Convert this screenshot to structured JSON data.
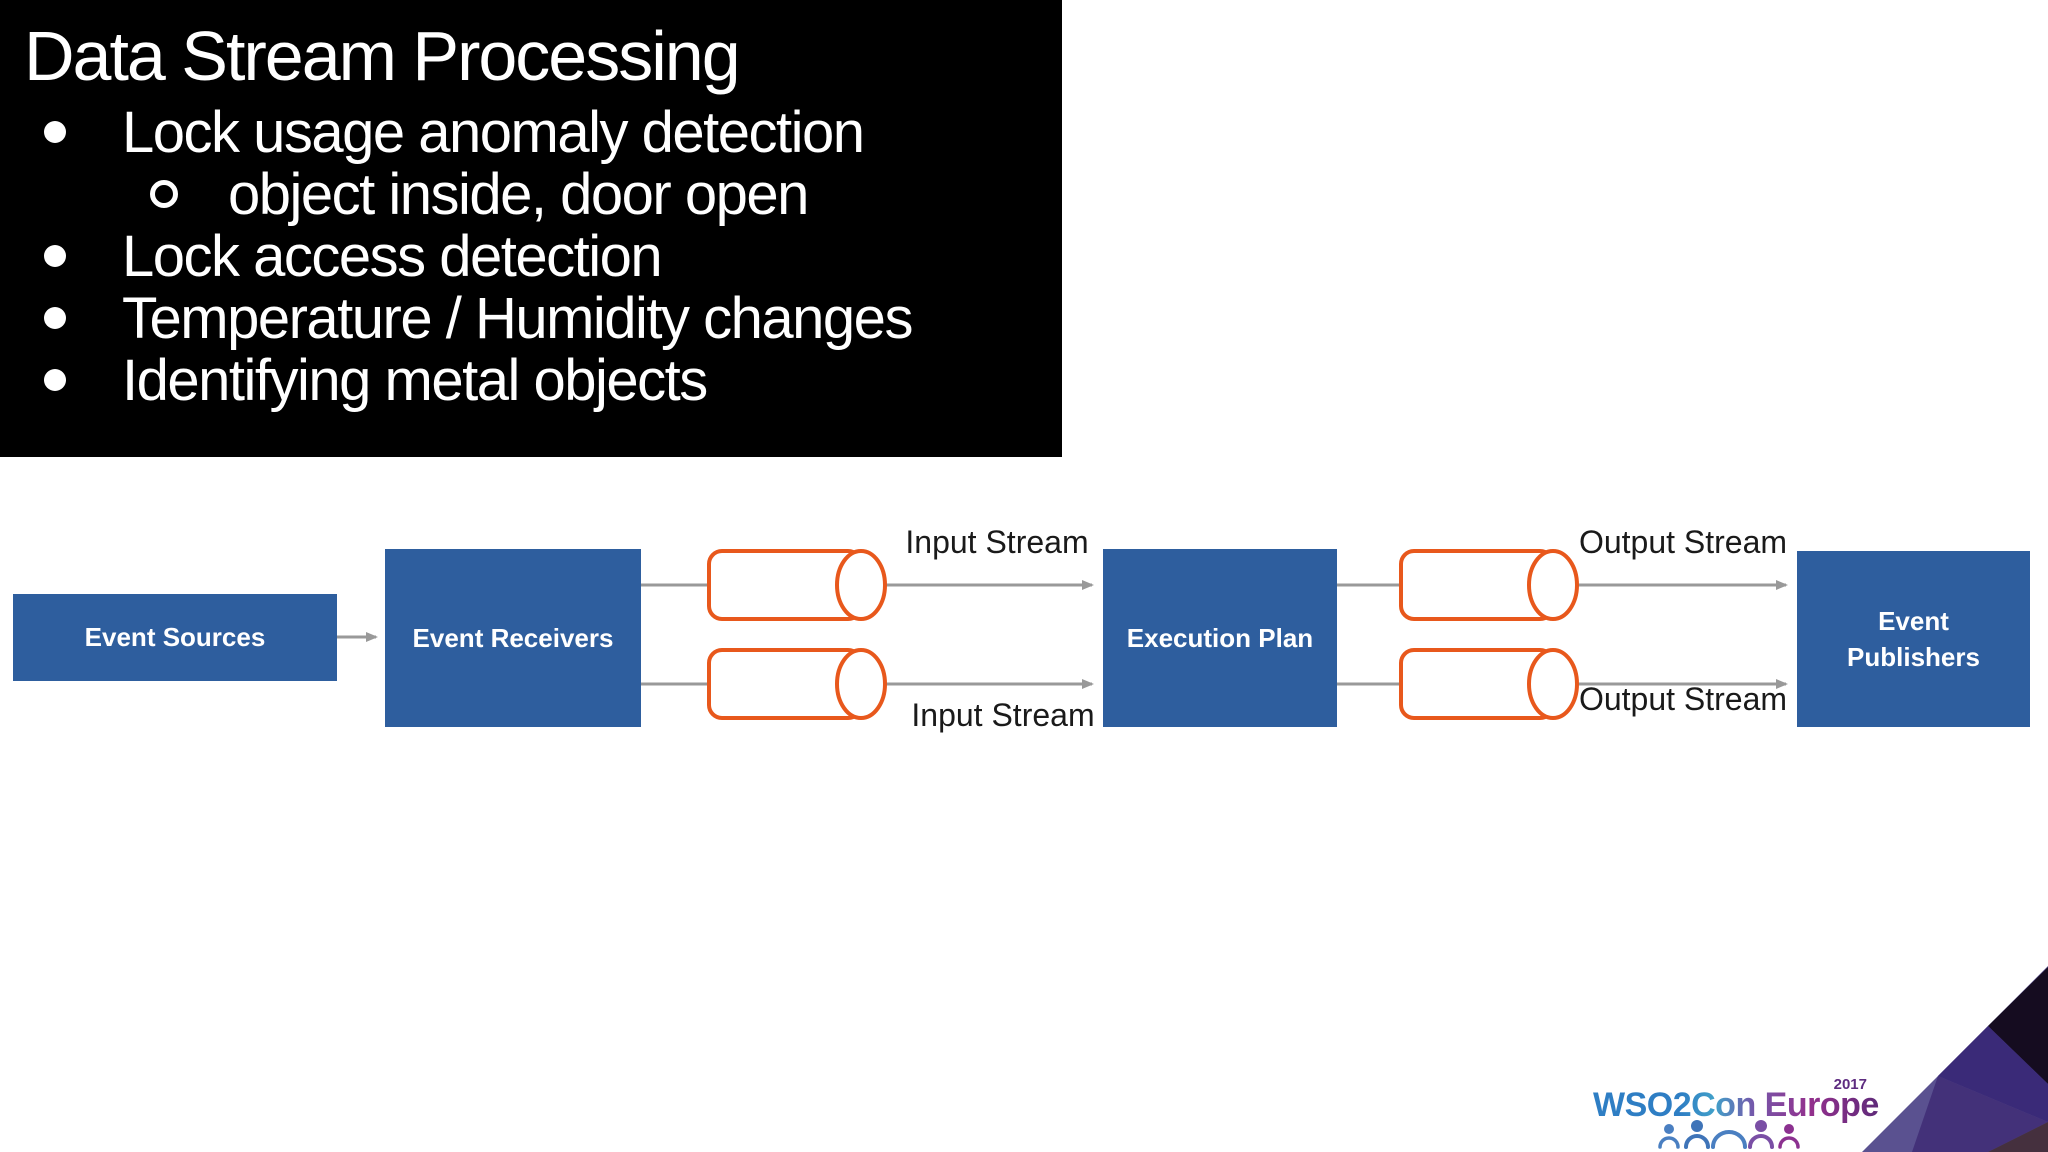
{
  "slide": {
    "title": "Data Stream Processing",
    "bullets": [
      {
        "level": 1,
        "text": "Lock usage anomaly detection"
      },
      {
        "level": 2,
        "text": "object inside, door open"
      },
      {
        "level": 1,
        "text": "Lock access detection"
      },
      {
        "level": 1,
        "text": "Temperature / Humidity changes"
      },
      {
        "level": 1,
        "text": "Identifying metal objects"
      }
    ]
  },
  "diagram": {
    "nodes": {
      "event_sources": {
        "label": "Event Sources"
      },
      "event_receivers": {
        "label": "Event Receivers"
      },
      "execution_plan": {
        "label": "Execution Plan"
      },
      "event_publishers": {
        "label": "Event Publishers"
      }
    },
    "stream_labels": {
      "input_top": "Input Stream",
      "input_bottom": "Input Stream",
      "output_top": "Output Stream",
      "output_bottom": "Output Stream"
    },
    "colors": {
      "node_fill": "#2e5e9e",
      "node_text": "#ffffff",
      "cylinder_stroke": "#e8581c",
      "arrow": "#999999",
      "label_text": "#1a1a1a"
    }
  },
  "footer": {
    "logo": {
      "brand": "WSO2Con",
      "region": "Europe",
      "year": "2017"
    },
    "decoration_colors": [
      "#5a5190",
      "#150c20",
      "#3a2a78",
      "#433179",
      "#45303e"
    ]
  }
}
